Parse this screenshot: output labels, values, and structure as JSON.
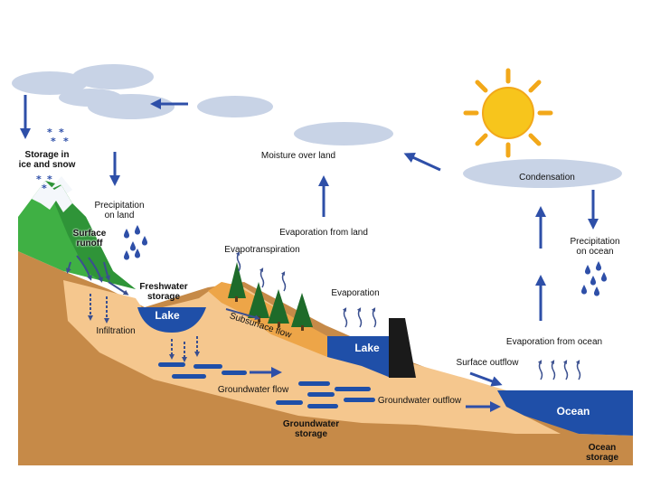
{
  "labels": {
    "storage_ice_snow": "Storage in\nice and snow",
    "precipitation_land": "Precipitation\non land",
    "surface_runoff": "Surface\nrunoff",
    "freshwater_storage": "Freshwater\nstorage",
    "lake_left": "Lake",
    "infiltration": "Infiltration",
    "evapotranspiration": "Evapotranspiration",
    "moisture_over_land": "Moisture over land",
    "evaporation_from_land": "Evaporation from land",
    "evaporation": "Evaporation",
    "subsurface_flow": "Subsurface flow",
    "lake_right": "Lake",
    "groundwater_flow": "Groundwater flow",
    "groundwater_storage": "Groundwater\nstorage",
    "groundwater_outflow": "Groundwater outflow",
    "surface_outflow": "Surface outflow",
    "condensation": "Condensation",
    "precipitation_ocean": "Precipitation\non ocean",
    "evaporation_from_ocean": "Evaporation from ocean",
    "ocean": "Ocean",
    "ocean_storage": "Ocean\nstorage"
  },
  "colors": {
    "sky_cloud": "#c8d3e6",
    "arrow_blue": "#2e4fa8",
    "water_blue": "#1f4fa8",
    "sun_yellow": "#f7c51c",
    "sun_ray": "#f2a81a",
    "soil_brown": "#c68a48",
    "sand": "#f5c78e",
    "sand_dark": "#eda548",
    "mountain_green": "#3fb044",
    "snow": "#f4f7fb",
    "tree_green": "#1e6b2a",
    "dam_black": "#1a1a1a"
  }
}
